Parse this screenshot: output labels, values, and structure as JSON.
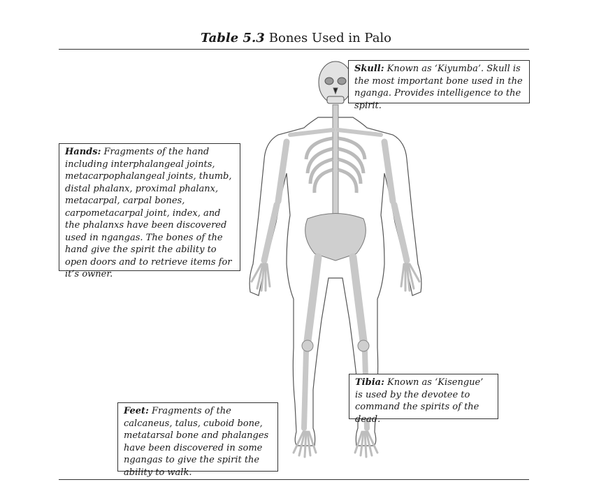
{
  "title": {
    "label": "Table 5.3",
    "text": "Bones Used in Palo"
  },
  "callouts": {
    "skull": {
      "term": "Skull:",
      "text": "Known as ‘Kiyumba’. Skull is the most important bone used in the nganga. Provides intelligence to the spirit."
    },
    "hands": {
      "term": "Hands:",
      "text": "Fragments of the hand including interphalangeal joints, metacarpophalangeal joints, thumb, distal phalanx, proximal phalanx, metacarpal, carpal bones, carpometacarpal joint, index, and the phalanxs have been discovered used in ngangas. The bones of the hand give the spirit the ability to open doors and to retrieve items for it’s owner."
    },
    "tibia": {
      "term": "Tibia:",
      "text": "Known as ‘Kisengue’ is used by the devotee to command the spirits of the dead."
    },
    "feet": {
      "term": "Feet:",
      "text": "Fragments of the calcaneus, talus, cuboid bone, metatarsal bone and phalanges have been discovered in some ngangas to give the spirit the ability to walk."
    }
  },
  "colors": {
    "bone": "#cfcfcf",
    "outline": "#555555"
  }
}
